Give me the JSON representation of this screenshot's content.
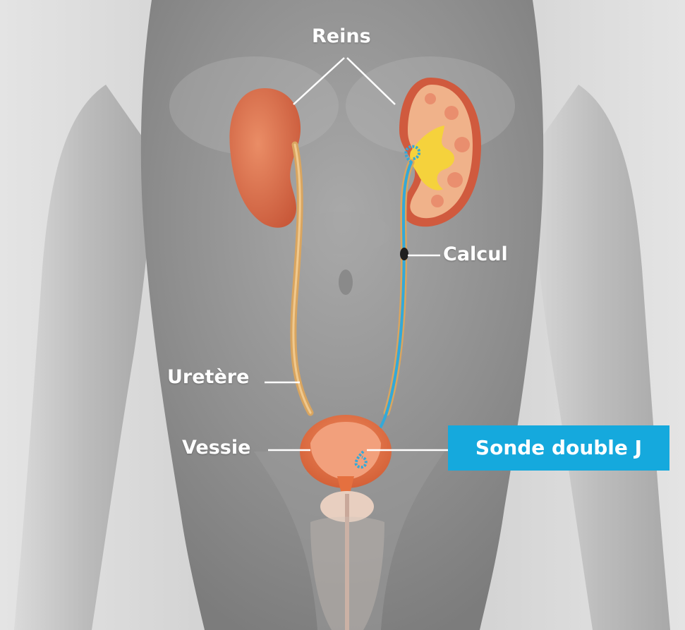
{
  "labels": {
    "reins": "Reins",
    "calcul": "Calcul",
    "uretere": "Uretère",
    "vessie": "Vessie",
    "sonde": "Sonde double J"
  },
  "colors": {
    "body_gray": "#8e8e8e",
    "body_highlight": "#cfcfcf",
    "kidney": "#d9704c",
    "kidney_section": "#f0b28a",
    "renal_pelvis": "#f5d23c",
    "ureter": "#d9a560",
    "stent_blue": "#33a9d8",
    "bladder": "#e5703f",
    "bladder_inner": "#f2a07c",
    "prostate": "#e8cfc0",
    "calculus": "#1f1f1f",
    "callout_bg": "#15a9dd",
    "label_text": "#ffffff",
    "leader_line": "#ffffff"
  }
}
